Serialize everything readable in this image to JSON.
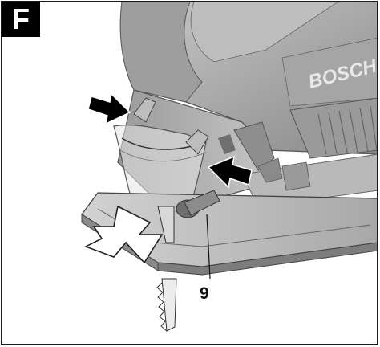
{
  "figure": {
    "label": "F",
    "callout": "9",
    "brand_text": "BOSCH"
  },
  "colors": {
    "frame": "#1a1a1a",
    "body_dark": "#8c8c8c",
    "body_mid": "#b5b5b5",
    "body_light": "#dcdcdc",
    "arrow_fill": "#000000",
    "arrow_outline": "#ffffff"
  }
}
